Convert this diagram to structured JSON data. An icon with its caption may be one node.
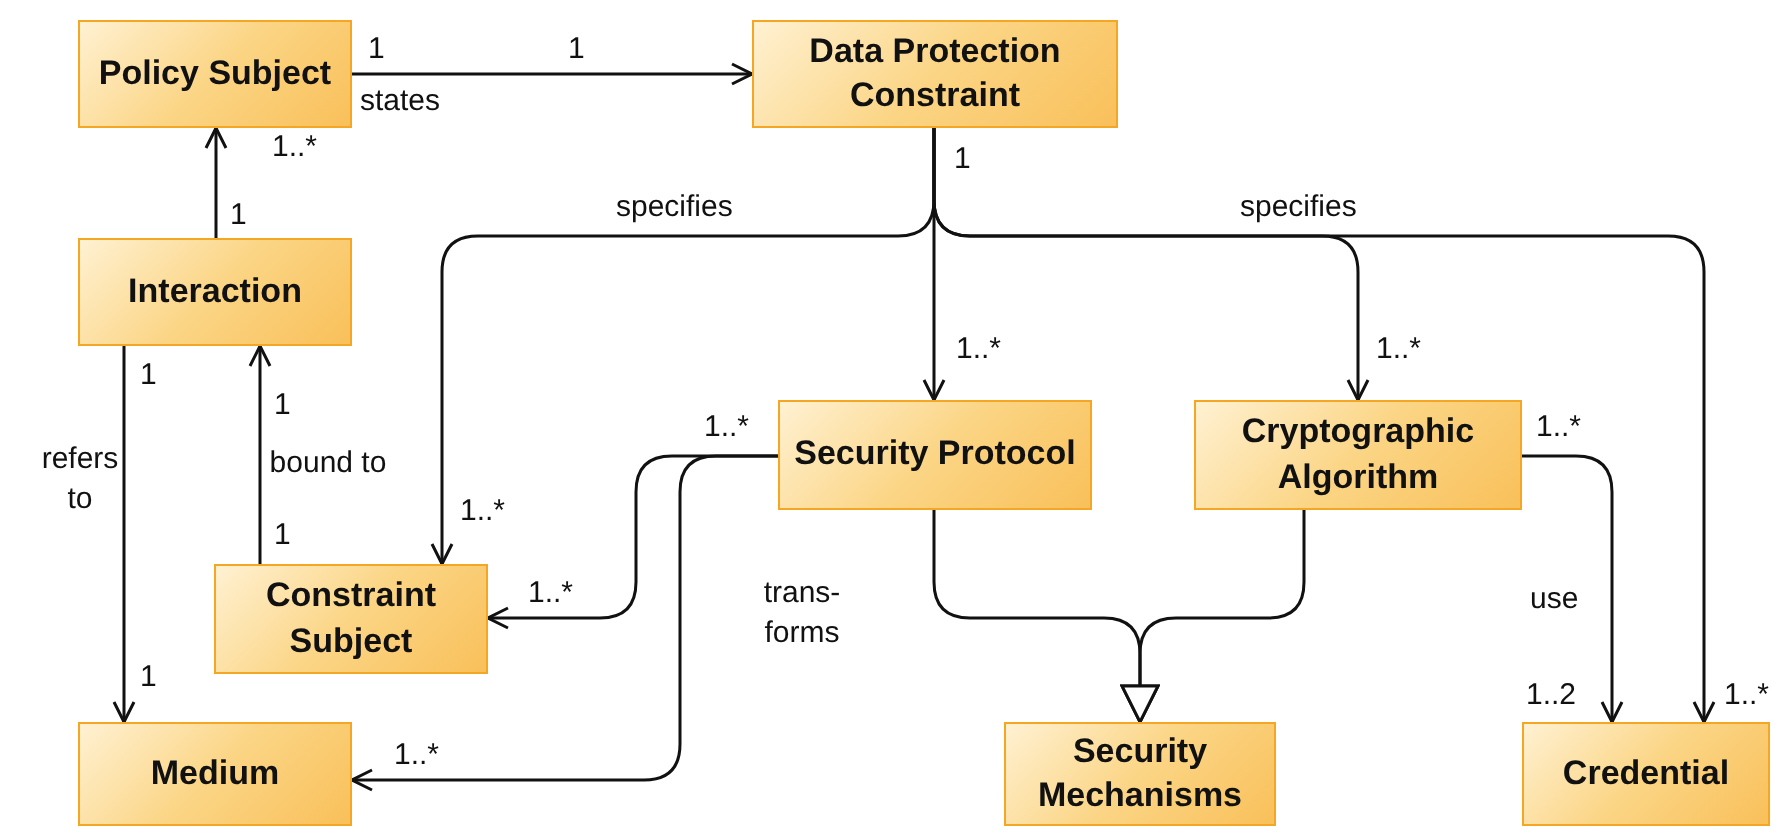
{
  "diagram": {
    "nodes": [
      {
        "text": [
          "Policy Subject"
        ]
      },
      {
        "text": [
          "Data Protection Constraint"
        ]
      },
      {
        "text": [
          "Interaction"
        ]
      },
      {
        "text": [
          "Security Protocol"
        ]
      },
      {
        "text": [
          "Cryptographic Algorithm"
        ]
      },
      {
        "text": [
          "Constraint Subject"
        ]
      },
      {
        "text": [
          "Medium"
        ]
      },
      {
        "text": [
          "Security Mechanisms"
        ]
      },
      {
        "text": [
          "Credential"
        ]
      }
    ],
    "edges": [
      {
        "from": 0,
        "to": 1,
        "arrow": "to",
        "label": "states"
      },
      {
        "from": 2,
        "to": 0,
        "arrow": "to"
      },
      {
        "from": 5,
        "to": 2,
        "arrow": "to",
        "label": "bound to"
      },
      {
        "from": 2,
        "to": 6,
        "arrow": "to",
        "label": "refers to"
      },
      {
        "from": 1,
        "to": 5,
        "arrow": "to",
        "label": "specifies"
      },
      {
        "from": 1,
        "to": 3,
        "arrow": "to"
      },
      {
        "from": 1,
        "to": 4,
        "arrow": "to"
      },
      {
        "from": 1,
        "to": 8,
        "arrow": "to",
        "label": "specifies"
      },
      {
        "from": 3,
        "to": 5,
        "arrow": "to"
      },
      {
        "from": 3,
        "to": 6,
        "arrow": "to",
        "label": "trans- forms"
      },
      {
        "from": 3,
        "to": 7,
        "arrow": "to"
      },
      {
        "from": 4,
        "to": 7,
        "arrow": "to"
      },
      {
        "from": 4,
        "to": 8,
        "arrow": "to",
        "label": "use"
      }
    ],
    "labels": [
      "1",
      "1",
      "1..*",
      "1",
      "1",
      "1",
      "1..*",
      "1..*",
      "1",
      "1..*",
      "1..*",
      "1..*",
      "1",
      "1..*",
      "1",
      "1..*",
      "1..2",
      "1..*"
    ]
  }
}
